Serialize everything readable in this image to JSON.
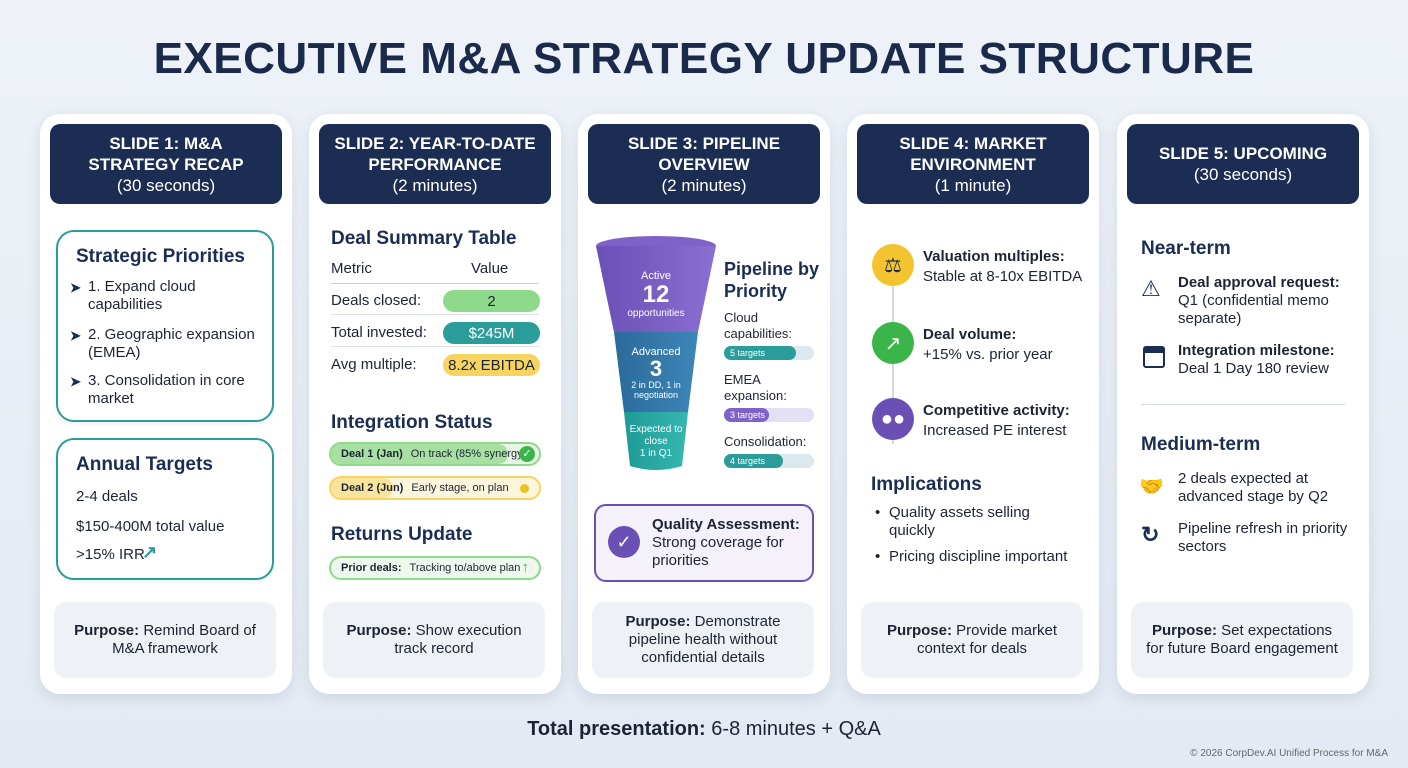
{
  "title": "EXECUTIVE M&A STRATEGY UPDATE STRUCTURE",
  "slides": [
    {
      "heading": "SLIDE 1: M&A STRATEGY RECAP",
      "duration": "(30 seconds)",
      "priorities_title": "Strategic Priorities",
      "priorities": [
        "1. Expand cloud capabilities",
        "2. Geographic expansion (EMEA)",
        "3. Consolidation in core market"
      ],
      "targets_title": "Annual Targets",
      "targets": [
        "2-4 deals",
        "$150-400M total value",
        ">15% IRR"
      ],
      "purpose_label": "Purpose:",
      "purpose_text": "Remind Board of M&A framework"
    },
    {
      "heading": "SLIDE 2: YEAR-TO-DATE PERFORMANCE",
      "duration": "(2 minutes)",
      "table_title": "Deal Summary Table",
      "col_metric": "Metric",
      "col_value": "Value",
      "rows": [
        {
          "metric": "Deals closed:",
          "value": "2"
        },
        {
          "metric": "Total invested:",
          "value": "$245M"
        },
        {
          "metric": "Avg multiple:",
          "value": "8.2x EBITDA"
        }
      ],
      "integration_title": "Integration Status",
      "integration": [
        {
          "deal": "Deal 1 (Jan)",
          "status": "On track (85% synergy)",
          "progress": 0.85
        },
        {
          "deal": "Deal 2 (Jun)",
          "status": "Early stage, on plan",
          "progress": 0.3
        }
      ],
      "returns_title": "Returns Update",
      "returns_deal": "Prior deals:",
      "returns_status": "Tracking to/above plan",
      "purpose_label": "Purpose:",
      "purpose_text": "Show execution track record"
    },
    {
      "heading": "SLIDE 3: PIPELINE OVERVIEW",
      "duration": "(2 minutes)",
      "funnel": {
        "active_label": "Active",
        "active_value": "12",
        "active_sub": "opportunities",
        "advanced_label": "Advanced",
        "advanced_value": "3",
        "advanced_sub": "2 in DD, 1 in negotiation",
        "close_label": "Expected to close",
        "close_sub": "1 in Q1"
      },
      "priority_title": "Pipeline by Priority",
      "priority": [
        {
          "label": "Cloud capabilities:",
          "tag": "5 targets",
          "fraction": 0.8
        },
        {
          "label": "EMEA expansion:",
          "tag": "3 targets",
          "fraction": 0.5
        },
        {
          "label": "Consolidation:",
          "tag": "4 targets",
          "fraction": 0.65
        }
      ],
      "quality_title": "Quality Assessment:",
      "quality_text": "Strong coverage for priorities",
      "purpose_label": "Purpose:",
      "purpose_text": "Demonstrate pipeline health without confidential details"
    },
    {
      "heading": "SLIDE 4: MARKET ENVIRONMENT",
      "duration": "(1 minute)",
      "items": [
        {
          "title": "Valuation multiples:",
          "text": "Stable at 8-10x EBITDA"
        },
        {
          "title": "Deal volume:",
          "text": "+15% vs. prior year"
        },
        {
          "title": "Competitive activity:",
          "text": "Increased PE interest"
        }
      ],
      "implications_title": "Implications",
      "implications": [
        "Quality assets selling quickly",
        "Pricing discipline important"
      ],
      "purpose_label": "Purpose:",
      "purpose_text": "Provide market context for deals"
    },
    {
      "heading": "SLIDE 5: UPCOMING",
      "duration": "(30 seconds)",
      "near_title": "Near-term",
      "near": [
        {
          "title": "Deal approval request:",
          "text": "Q1 (confidential memo separate)"
        },
        {
          "title": "Integration milestone:",
          "text": "Deal 1 Day 180 review"
        }
      ],
      "medium_title": "Medium-term",
      "medium": [
        "2 deals expected at advanced stage by Q2",
        "Pipeline refresh in priority sectors"
      ],
      "purpose_label": "Purpose:",
      "purpose_text": "Set expectations for future Board engagement"
    }
  ],
  "footer_label": "Total presentation:",
  "footer_text": "6-8 minutes + Q&A",
  "copyright": "© 2026 CorpDev.AI Unified Process for M&A"
}
